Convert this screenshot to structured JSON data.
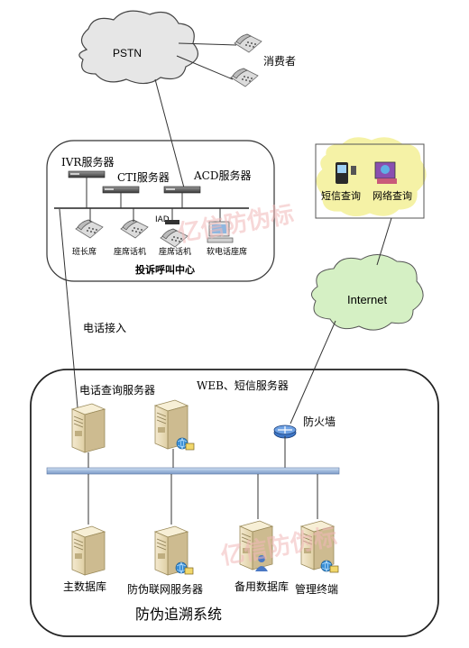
{
  "clouds": {
    "pstn": "PSTN",
    "internet": "Internet"
  },
  "consumer_label": "消费者",
  "call_center": {
    "ivr": "IVR服务器",
    "cti": "CTI服务器",
    "acd": "ACD服务器",
    "iad": "IAD",
    "desk_supervisor": "班长席",
    "desk_phone": "座席话机",
    "desk_phone2": "座席话机",
    "softphone_desk": "软电话座席",
    "title": "投诉呼叫中心"
  },
  "query_box": {
    "sms_query": "短信查询",
    "web_query": "网络查询"
  },
  "phone_access": "电话接入",
  "system": {
    "phone_query_server": "电话查询服务器",
    "web_sms_server": "WEB、短信服务器",
    "firewall": "防火墙",
    "main_db": "主数据库",
    "networking_server": "防伪联网服务器",
    "backup_db": "备用数据库",
    "terminal": "管理终端",
    "title": "防伪追溯系统"
  },
  "watermark": "亿信防伪标",
  "colors": {
    "bus": "#a9c1e0",
    "cloud": "#e8e8e8",
    "internet_cloud": "#d6f2c6",
    "query_cloud": "#f4f2a8",
    "server": "#ede0bf",
    "server_side": "#cdbb90"
  }
}
